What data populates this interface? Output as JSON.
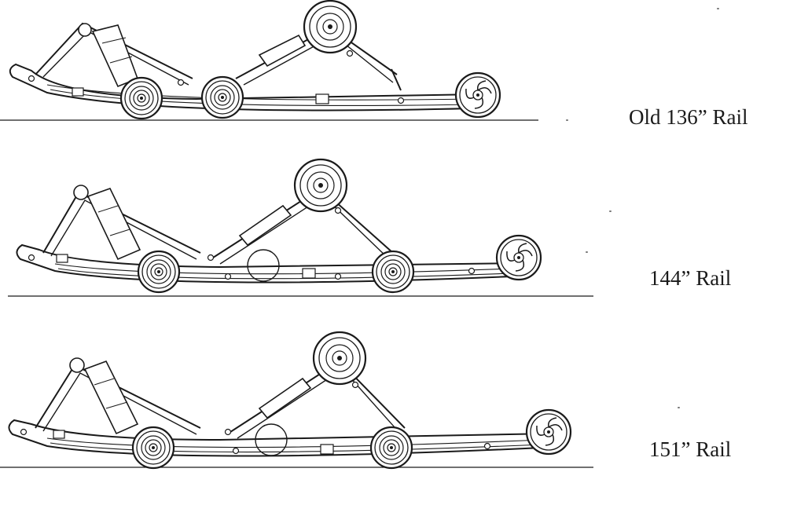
{
  "diagram": {
    "rails": [
      {
        "label": "Old 136” Rail"
      },
      {
        "label": "144” Rail"
      },
      {
        "label": "151” Rail"
      }
    ]
  },
  "colors": {
    "ink": "#1a1a1a",
    "paper": "#ffffff"
  }
}
